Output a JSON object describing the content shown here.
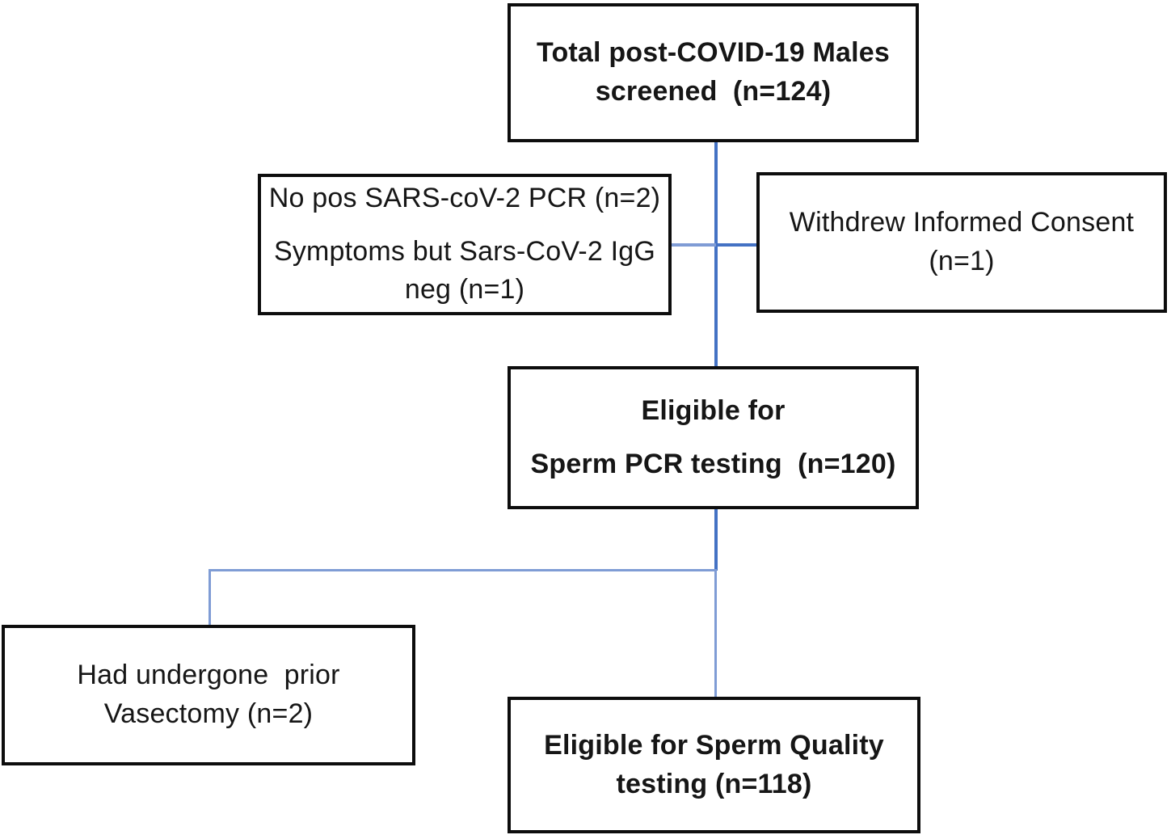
{
  "figure": {
    "kind": "study-flowchart",
    "background": "#ffffff"
  },
  "colors": {
    "box_border": "#0d0d0d",
    "connector_dark": "#4472C4",
    "connector_light": "#7F9CD5",
    "text": "#161616"
  },
  "nodes": {
    "screened": {
      "text": "Total post-COVID-19 Males\nscreened  (n=124)"
    },
    "excluded_screening": {
      "line1": "No pos SARS-coV-2 PCR (n=2)",
      "line2": "Symptoms but Sars-CoV-2 IgG\nneg (n=1)"
    },
    "withdrew": {
      "text": "Withdrew Informed Consent\n(n=1)"
    },
    "eligible_pcr": {
      "line1": "Eligible for",
      "line2": "Sperm PCR testing  (n=120)"
    },
    "vasectomy": {
      "text": "Had undergone  prior\nVasectomy (n=2)"
    },
    "eligible_quality": {
      "text": "Eligible for Sperm Quality\ntesting (n=118)"
    }
  }
}
